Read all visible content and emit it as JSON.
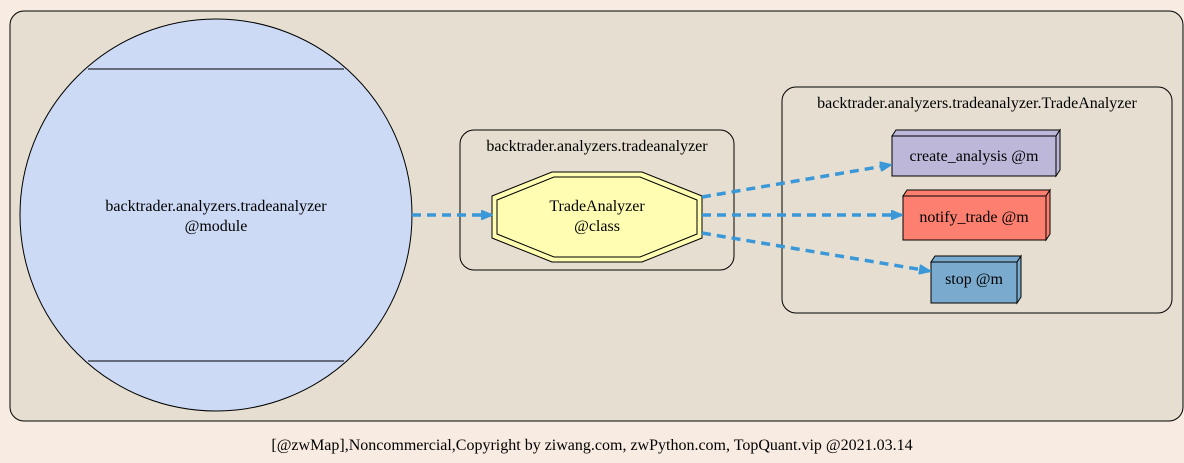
{
  "colors": {
    "page_background": "#f8ebe1",
    "outer_cluster_fill": "#e6dfd1",
    "module_fill": "#ccdaf5",
    "class_fill": "#fefdb2",
    "edge_color": "#3a98d9",
    "create_analysis_fill": "#bdb8d9",
    "notify_trade_fill": "#fc7f70",
    "stop_fill": "#7aabcf"
  },
  "module_node": {
    "line1": "backtrader.analyzers.tradeanalyzer",
    "line2": "@module"
  },
  "class_cluster": {
    "label": "backtrader.analyzers.tradeanalyzer"
  },
  "class_node": {
    "line1": "TradeAnalyzer",
    "line2": "@class"
  },
  "methods_cluster": {
    "label": "backtrader.analyzers.tradeanalyzer.TradeAnalyzer"
  },
  "methods": [
    {
      "label": "create_analysis @m",
      "color_key": "create_analysis_fill"
    },
    {
      "label": "notify_trade @m",
      "color_key": "notify_trade_fill"
    },
    {
      "label": "stop @m",
      "color_key": "stop_fill"
    }
  ],
  "footer": "[@zwMap],Noncommercial,Copyright by ziwang.com, zwPython.com, TopQuant.vip @2021.03.14"
}
